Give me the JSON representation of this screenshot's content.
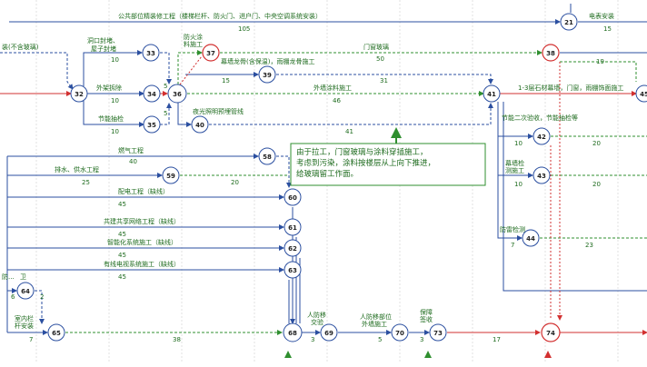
{
  "labels": {
    "l_top": "公共部位精装修工程（楼梯栏杆、防火门、进户门、中央空调系统安装）",
    "l_top_n": "105",
    "l_meter": "电表安装",
    "l_meter_n": "15",
    "l_glass_left": "装(不含玻璃)",
    "l_hole": "洞口封堵、",
    "l_hole2": "屋子封堵",
    "l_hole_n": "10",
    "l_fire": "防火涂",
    "l_fire2": "料施工",
    "l_door_glass": "门窗玻璃",
    "l_door_glass_n": "50",
    "l_outer": "外架拆除",
    "l_outer_n": "10",
    "l_ceiling": "幕墙龙骨(含保温)，雨棚龙骨施工",
    "l_ceiling_n": "15",
    "l_exterior": "外墙涂料施工",
    "l_exterior_n": "46",
    "l_facade": "1-3层石材幕墙，门窗，雨棚饰面施工",
    "l_save": "节能抽检",
    "l_save_n": "10",
    "l_light": "夜光照明预埋管线",
    "l_light_n": "41",
    "l_side_19": "19",
    "l_side_31": "31",
    "l_side_5a": "5",
    "l_side_5b": "5",
    "l_gas": "燃气工程",
    "l_gas_n": "40",
    "l_water": "排水、供水工程",
    "l_water_n": "25",
    "l_20a": "20",
    "l_power": "配电工程（缺线）",
    "l_power_n": "45",
    "l_common": "共建共享网络工程（缺线）",
    "l_common_n": "45",
    "l_smart": "智能化系统施工（缺线）",
    "l_smart_n": "45",
    "l_tv": "有线电视系统施工（缺线）",
    "l_tv_n": "45",
    "l_facade_side": "节能二次验收，节能抽检等",
    "l_facade_side_n": "10",
    "l_curtain": "幕墙检",
    "l_curtain2": "测施工",
    "l_curtain_n": "10",
    "l_smoke": "防雷检测",
    "l_smoke_n": "7",
    "l_20b": "20",
    "l_20c": "20",
    "l_23": "23",
    "l_lobby": "室内栏",
    "l_lobby2": "杆安装",
    "l_lobby_n": "7",
    "l_38": "38",
    "l_people": "人防移",
    "l_people2": "交验",
    "l_people_n": "3",
    "l_defense": "人防移部位",
    "l_defense2": "外墙施工",
    "l_defense_n": "5",
    "l_check": "保障",
    "l_check2": "签收",
    "l_check_n": "3",
    "l_17": "17",
    "l_left_2": "2",
    "l_left_6": "6",
    "l_left_d": "卫",
    "l_left_d2": "防..."
  },
  "annotation": {
    "text_line1": "由于拉工，门窗玻璃与涂料穿插施工，",
    "text_line2": "考虑到污染，涂料按楼层从上向下推进，",
    "text_line3": "给玻璃留工作面。"
  },
  "nodes": [
    {
      "id": "21"
    },
    {
      "id": "32"
    },
    {
      "id": "33"
    },
    {
      "id": "34"
    },
    {
      "id": "35"
    },
    {
      "id": "36"
    },
    {
      "id": "37"
    },
    {
      "id": "38"
    },
    {
      "id": "39"
    },
    {
      "id": "40"
    },
    {
      "id": "41"
    },
    {
      "id": "42"
    },
    {
      "id": "43"
    },
    {
      "id": "44"
    },
    {
      "id": "45"
    },
    {
      "id": "58"
    },
    {
      "id": "59"
    },
    {
      "id": "60"
    },
    {
      "id": "61"
    },
    {
      "id": "62"
    },
    {
      "id": "63"
    },
    {
      "id": "64"
    },
    {
      "id": "65"
    },
    {
      "id": "68"
    },
    {
      "id": "69"
    },
    {
      "id": "70"
    },
    {
      "id": "73"
    },
    {
      "id": "74"
    }
  ]
}
